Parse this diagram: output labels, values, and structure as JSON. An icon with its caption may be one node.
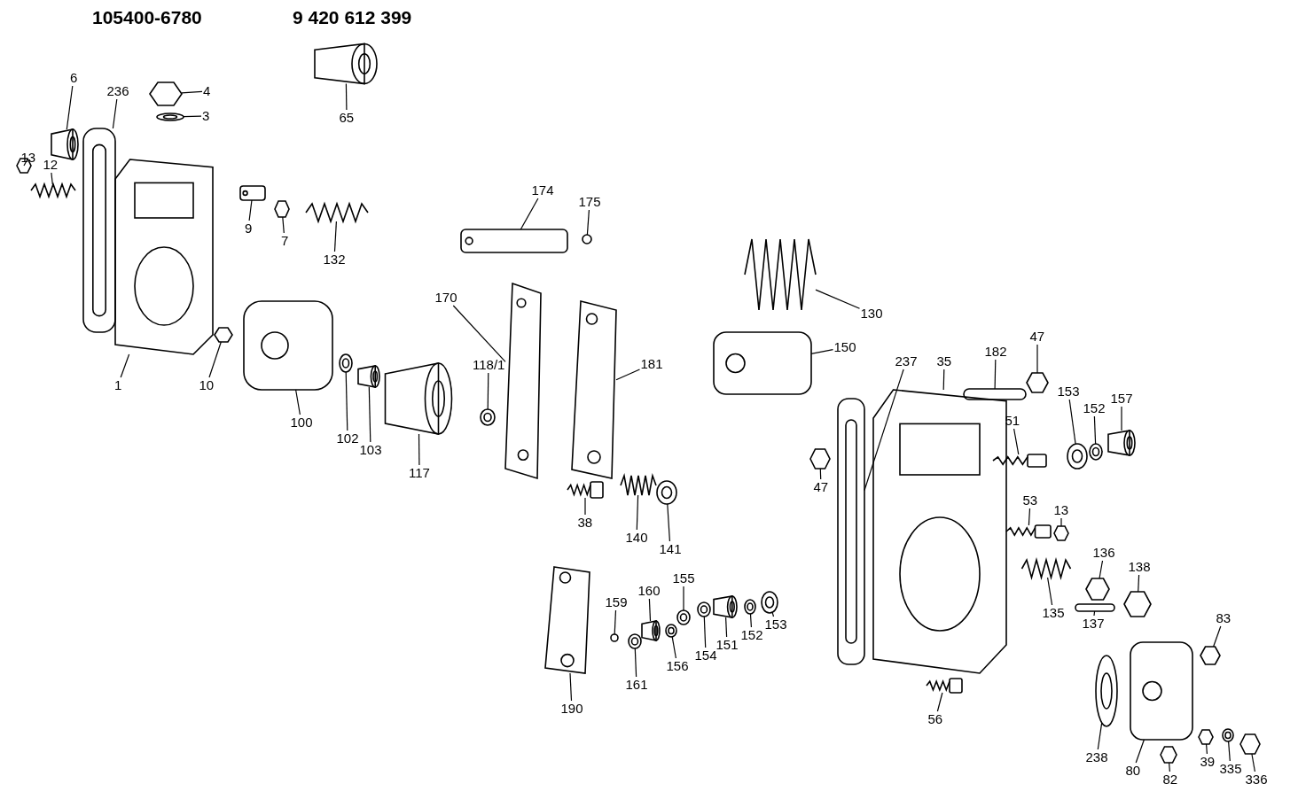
{
  "diagram": {
    "nodes": [
      {
        "text": [
          "65"
        ]
      },
      {
        "text": [
          "4"
        ]
      },
      {
        "text": [
          "6"
        ]
      },
      {
        "text": [
          "236"
        ]
      },
      {
        "text": [
          "3"
        ]
      },
      {
        "text": [
          "13"
        ]
      },
      {
        "text": [
          "12"
        ]
      },
      {
        "text": [
          "174"
        ]
      },
      {
        "text": [
          "175"
        ]
      },
      {
        "text": [
          "9"
        ]
      },
      {
        "text": [
          "7"
        ]
      },
      {
        "text": [
          "132"
        ]
      },
      {
        "text": [
          "170"
        ]
      },
      {
        "text": [
          "130"
        ]
      },
      {
        "text": [
          "47"
        ]
      },
      {
        "text": [
          "150"
        ]
      },
      {
        "text": [
          "182"
        ]
      },
      {
        "text": [
          "237"
        ]
      },
      {
        "text": [
          "35"
        ]
      },
      {
        "text": [
          "181"
        ]
      },
      {
        "text": [
          "118/1"
        ]
      },
      {
        "text": [
          "1"
        ]
      },
      {
        "text": [
          "10"
        ]
      },
      {
        "text": [
          "153"
        ]
      },
      {
        "text": [
          "152"
        ]
      },
      {
        "text": [
          "157"
        ]
      },
      {
        "text": [
          "51"
        ]
      },
      {
        "text": [
          "100"
        ]
      },
      {
        "text": [
          "102"
        ]
      },
      {
        "text": [
          "103"
        ]
      },
      {
        "text": [
          "117"
        ]
      },
      {
        "text": [
          "47"
        ]
      },
      {
        "text": [
          "53"
        ]
      },
      {
        "text": [
          "13"
        ]
      },
      {
        "text": [
          "38"
        ]
      },
      {
        "text": [
          "140"
        ]
      },
      {
        "text": [
          "141"
        ]
      },
      {
        "text": [
          "136"
        ]
      },
      {
        "text": [
          "138"
        ]
      },
      {
        "text": [
          "155"
        ]
      },
      {
        "text": [
          "160"
        ]
      },
      {
        "text": [
          "159"
        ]
      },
      {
        "text": [
          "135"
        ]
      },
      {
        "text": [
          "137"
        ]
      },
      {
        "text": [
          "83"
        ]
      },
      {
        "text": [
          "153"
        ]
      },
      {
        "text": [
          "152"
        ]
      },
      {
        "text": [
          "151"
        ]
      },
      {
        "text": [
          "154"
        ]
      },
      {
        "text": [
          "156"
        ]
      },
      {
        "text": [
          "161"
        ]
      },
      {
        "text": [
          "190"
        ]
      },
      {
        "text": [
          "56"
        ]
      },
      {
        "text": [
          "238"
        ]
      },
      {
        "text": [
          "80"
        ]
      },
      {
        "text": [
          "39"
        ]
      },
      {
        "text": [
          "335"
        ]
      },
      {
        "text": [
          "82"
        ]
      },
      {
        "text": [
          "336"
        ]
      },
      {
        "text": [],
        "shape": "cylinder"
      },
      {
        "text": [],
        "shape": "picture"
      },
      {
        "text": [],
        "shape": "cylinder"
      },
      {
        "text": [],
        "shape": "picture"
      },
      {
        "text": [],
        "shape": "circle"
      },
      {
        "text": [],
        "shape": "picture"
      },
      {
        "text": [],
        "shape": "picture"
      },
      {
        "text": [],
        "shape": "picture"
      },
      {
        "text": [],
        "shape": "circle"
      },
      {
        "text": [],
        "shape": "picture"
      },
      {
        "text": [],
        "shape": "picture"
      },
      {
        "text": [],
        "shape": "picture"
      },
      {
        "text": [],
        "shape": "picture"
      },
      {
        "text": [],
        "shape": "picture"
      },
      {
        "text": [],
        "shape": "picture"
      },
      {
        "text": [],
        "shape": "picture"
      },
      {
        "text": [],
        "shape": "bar"
      },
      {
        "text": [],
        "shape": "picture"
      },
      {
        "text": [],
        "shape": "picture"
      },
      {
        "text": [],
        "shape": "picture"
      },
      {
        "text": [],
        "shape": "circle"
      },
      {
        "text": [],
        "shape": "picture"
      },
      {
        "text": [],
        "shape": "picture"
      },
      {
        "text": [],
        "shape": "circle"
      },
      {
        "text": [],
        "shape": "circle"
      },
      {
        "text": [],
        "shape": "cylinder"
      },
      {
        "text": [],
        "shape": "picture"
      },
      {
        "text": [],
        "shape": "picture"
      },
      {
        "text": [],
        "shape": "circle"
      },
      {
        "text": [],
        "shape": "cylinder"
      },
      {
        "text": [],
        "shape": "cylinder"
      },
      {
        "text": [],
        "shape": "picture"
      },
      {
        "text": [],
        "shape": "picture"
      },
      {
        "text": [],
        "shape": "picture"
      },
      {
        "text": [],
        "shape": "picture"
      },
      {
        "text": [],
        "shape": "picture"
      },
      {
        "text": [],
        "shape": "circle"
      },
      {
        "text": [],
        "shape": "picture"
      },
      {
        "text": [],
        "shape": "picture"
      },
      {
        "text": [],
        "shape": "circle"
      },
      {
        "text": [],
        "shape": "cylinder"
      },
      {
        "text": [],
        "shape": "circle"
      },
      {
        "text": [],
        "shape": "picture"
      },
      {
        "text": [],
        "shape": "bar"
      },
      {
        "text": [],
        "shape": "picture"
      },
      {
        "text": [],
        "shape": "circle"
      },
      {
        "text": [],
        "shape": "circle"
      },
      {
        "text": [],
        "shape": "cylinder"
      },
      {
        "text": [],
        "shape": "circle"
      },
      {
        "text": [],
        "shape": "circle"
      },
      {
        "text": [],
        "shape": "circle"
      },
      {
        "text": [],
        "shape": "picture"
      },
      {
        "text": [],
        "shape": "picture"
      },
      {
        "text": [],
        "shape": "circle"
      },
      {
        "text": [],
        "shape": "picture"
      },
      {
        "text": [],
        "shape": "picture"
      },
      {
        "text": [],
        "shape": "circle"
      },
      {
        "text": [],
        "shape": "picture"
      },
      {
        "text": [],
        "shape": "picture"
      }
    ],
    "edges": [
      {
        "from": 0,
        "to": 59,
        "arrow": "none"
      },
      {
        "from": 1,
        "to": 60,
        "arrow": "none"
      },
      {
        "from": 2,
        "to": 61,
        "arrow": "none"
      },
      {
        "from": 3,
        "to": 62,
        "arrow": "none"
      },
      {
        "from": 4,
        "to": 63,
        "arrow": "none"
      },
      {
        "from": 5,
        "to": 64,
        "arrow": "none"
      },
      {
        "from": 6,
        "to": 65,
        "arrow": "none"
      },
      {
        "from": 7,
        "to": 66,
        "arrow": "none"
      },
      {
        "from": 8,
        "to": 67,
        "arrow": "none"
      },
      {
        "from": 9,
        "to": 68,
        "arrow": "none"
      },
      {
        "from": 10,
        "to": 69,
        "arrow": "none"
      },
      {
        "from": 11,
        "to": 70,
        "arrow": "none"
      },
      {
        "from": 12,
        "to": 71,
        "arrow": "none"
      },
      {
        "from": 13,
        "to": 72,
        "arrow": "none"
      },
      {
        "from": 14,
        "to": 73,
        "arrow": "none"
      },
      {
        "from": 15,
        "to": 74,
        "arrow": "none"
      },
      {
        "from": 16,
        "to": 75,
        "arrow": "none"
      },
      {
        "from": 17,
        "to": 76,
        "arrow": "none"
      },
      {
        "from": 18,
        "to": 77,
        "arrow": "none"
      },
      {
        "from": 19,
        "to": 78,
        "arrow": "none"
      },
      {
        "from": 20,
        "to": 79,
        "arrow": "none"
      },
      {
        "from": 21,
        "to": 80,
        "arrow": "none"
      },
      {
        "from": 22,
        "to": 81,
        "arrow": "none"
      },
      {
        "from": 23,
        "to": 82,
        "arrow": "none"
      },
      {
        "from": 24,
        "to": 83,
        "arrow": "none"
      },
      {
        "from": 25,
        "to": 84,
        "arrow": "none"
      },
      {
        "from": 26,
        "to": 85,
        "arrow": "none"
      },
      {
        "from": 27,
        "to": 86,
        "arrow": "none"
      },
      {
        "from": 28,
        "to": 87,
        "arrow": "none"
      },
      {
        "from": 29,
        "to": 88,
        "arrow": "none"
      },
      {
        "from": 30,
        "to": 89,
        "arrow": "none"
      },
      {
        "from": 31,
        "to": 90,
        "arrow": "none"
      },
      {
        "from": 32,
        "to": 91,
        "arrow": "none"
      },
      {
        "from": 33,
        "to": 92,
        "arrow": "none"
      },
      {
        "from": 34,
        "to": 93,
        "arrow": "none"
      },
      {
        "from": 35,
        "to": 94,
        "arrow": "none"
      },
      {
        "from": 36,
        "to": 95,
        "arrow": "none"
      },
      {
        "from": 37,
        "to": 96,
        "arrow": "none"
      },
      {
        "from": 38,
        "to": 97,
        "arrow": "none"
      },
      {
        "from": 39,
        "to": 98,
        "arrow": "none"
      },
      {
        "from": 40,
        "to": 99,
        "arrow": "none"
      },
      {
        "from": 41,
        "to": 100,
        "arrow": "none"
      },
      {
        "from": 42,
        "to": 101,
        "arrow": "none"
      },
      {
        "from": 43,
        "to": 102,
        "arrow": "none"
      },
      {
        "from": 44,
        "to": 103,
        "arrow": "none"
      },
      {
        "from": 45,
        "to": 104,
        "arrow": "none"
      },
      {
        "from": 46,
        "to": 105,
        "arrow": "none"
      },
      {
        "from": 47,
        "to": 106,
        "arrow": "none"
      },
      {
        "from": 48,
        "to": 107,
        "arrow": "none"
      },
      {
        "from": 49,
        "to": 108,
        "arrow": "none"
      },
      {
        "from": 50,
        "to": 109,
        "arrow": "none"
      },
      {
        "from": 51,
        "to": 110,
        "arrow": "none"
      },
      {
        "from": 52,
        "to": 111,
        "arrow": "none"
      },
      {
        "from": 53,
        "to": 112,
        "arrow": "none"
      },
      {
        "from": 54,
        "to": 113,
        "arrow": "none"
      },
      {
        "from": 55,
        "to": 114,
        "arrow": "none"
      },
      {
        "from": 56,
        "to": 115,
        "arrow": "none"
      },
      {
        "from": 57,
        "to": 116,
        "arrow": "none"
      },
      {
        "from": 58,
        "to": 117,
        "arrow": "none"
      }
    ],
    "labels": [
      "105400-6780",
      "9 420 612 399"
    ]
  }
}
